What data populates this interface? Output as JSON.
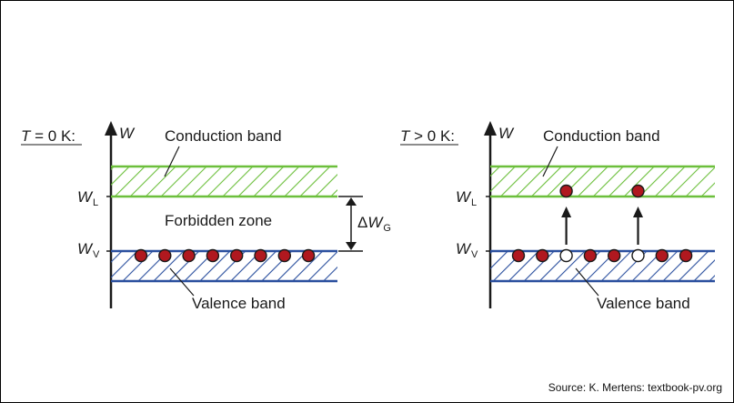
{
  "figure": {
    "source": "Source: K. Mertens: textbook-pv.org",
    "colors": {
      "conduction": "#6cbf3c",
      "valence": "#2a4f9e",
      "electron": "#b0181f",
      "axis": "#1a1a1a"
    },
    "left": {
      "temp_T": "T",
      "temp_rest": " = 0 K:",
      "axis_label": "W",
      "conduction_label": "Conduction band",
      "valence_label": "Valence band",
      "forbidden_label": "Forbidden zone",
      "wl_main": "W",
      "wl_sub": "L",
      "wv_main": "W",
      "wv_sub": "V",
      "gap_delta": "Δ",
      "gap_main": "W",
      "gap_sub": "G",
      "electron_count": 8
    },
    "right": {
      "temp_T": "T",
      "temp_rest": " > 0 K:",
      "axis_label": "W",
      "conduction_label": "Conduction band",
      "valence_label": "Valence band",
      "wl_main": "W",
      "wl_sub": "L",
      "wv_main": "W",
      "wv_sub": "V",
      "valence_particles": [
        "electron",
        "electron",
        "hole",
        "electron",
        "electron",
        "hole",
        "electron",
        "electron"
      ],
      "excited_from_positions": [
        3,
        6
      ]
    }
  }
}
